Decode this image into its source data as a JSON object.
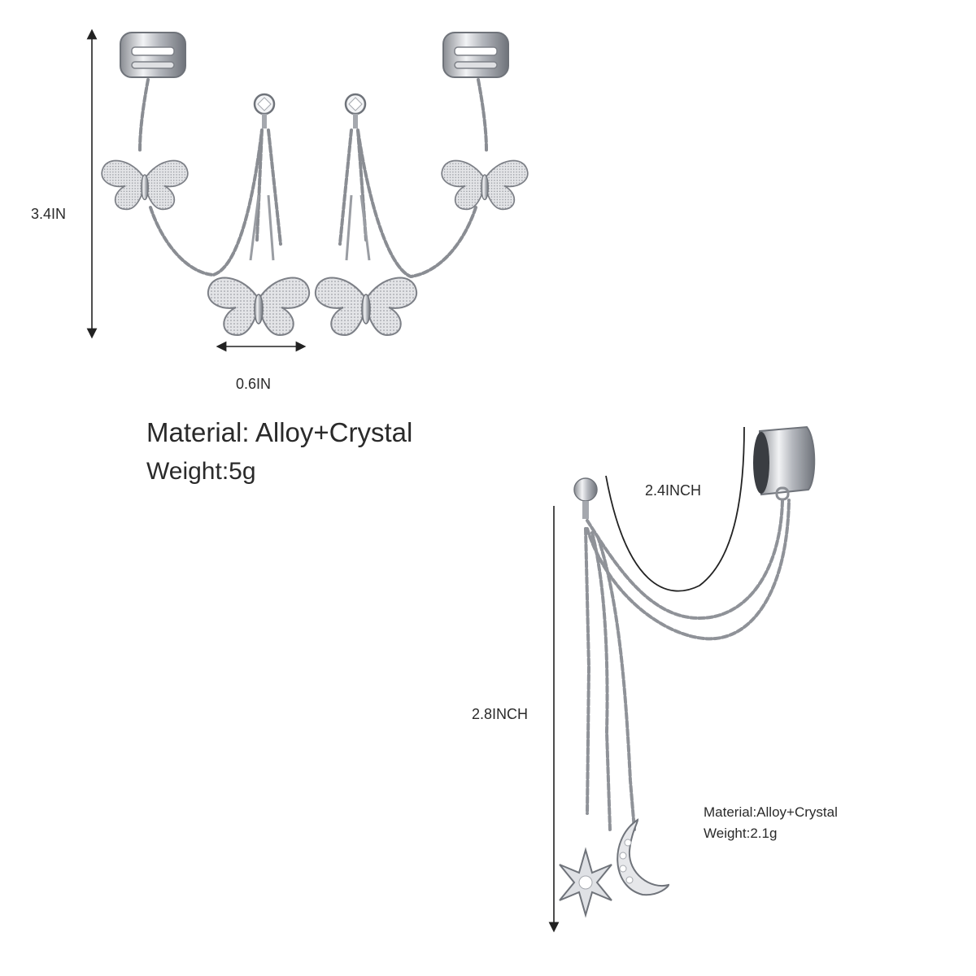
{
  "top_set": {
    "height_label": "3.4IN",
    "width_label": "0.6IN",
    "material": "Material: Alloy+Crystal",
    "weight": "Weight:5g"
  },
  "bottom_set": {
    "chain_label": "2.4INCH",
    "length_label": "2.8INCH",
    "material": "Material:Alloy+Crystal",
    "weight": "Weight:2.1g"
  },
  "colors": {
    "background": "#ffffff",
    "silver": "#b9bcc2",
    "silver_dark": "#6f737a",
    "text": "#2a2a2a"
  },
  "icons": [
    "ear-cuff-icon",
    "butterfly-icon",
    "crystal-stud-icon",
    "star-pendant-icon",
    "moon-pendant-icon"
  ]
}
